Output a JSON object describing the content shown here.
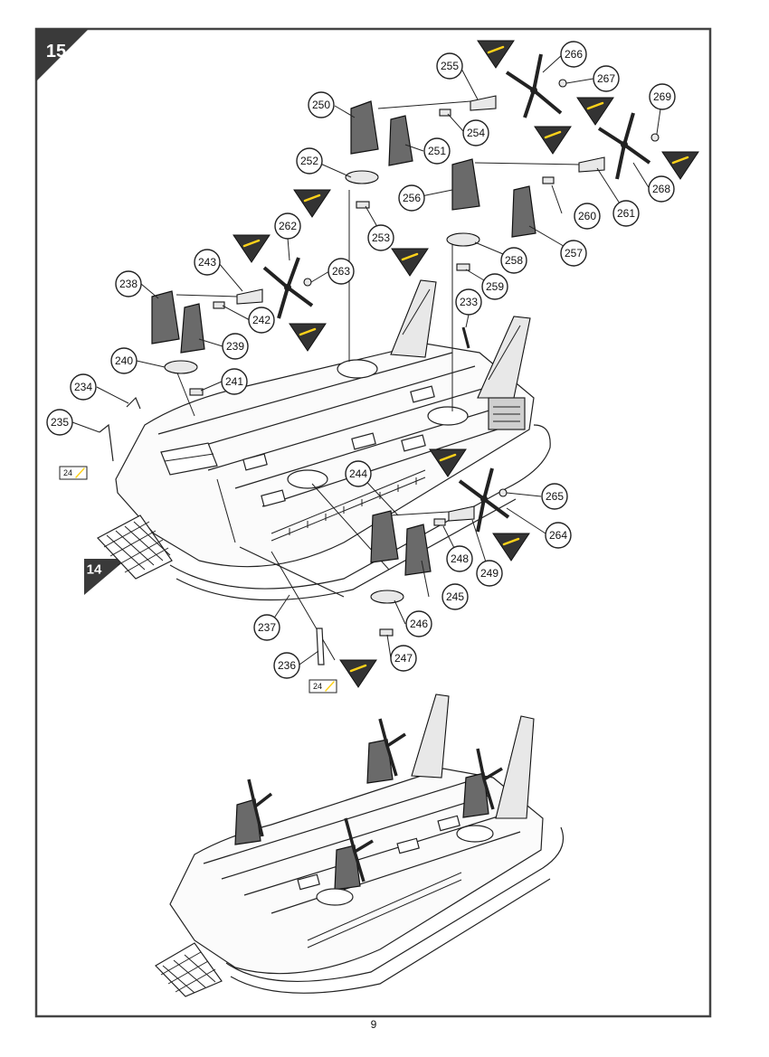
{
  "page_number": "9",
  "steps": {
    "current": "15",
    "previous": "14"
  },
  "parts": [
    "233",
    "234",
    "235",
    "236",
    "237",
    "238",
    "239",
    "240",
    "241",
    "242",
    "243",
    "244",
    "245",
    "246",
    "247",
    "248",
    "249",
    "250",
    "251",
    "252",
    "253",
    "254",
    "255",
    "256",
    "257",
    "258",
    "259",
    "260",
    "261",
    "262",
    "263",
    "264",
    "265",
    "266",
    "267",
    "268",
    "269"
  ],
  "paint_ref": "24",
  "colors": {
    "frame": "#444444",
    "step_badge": "#3a3a3a",
    "glue_marker": "#ffd21a"
  }
}
